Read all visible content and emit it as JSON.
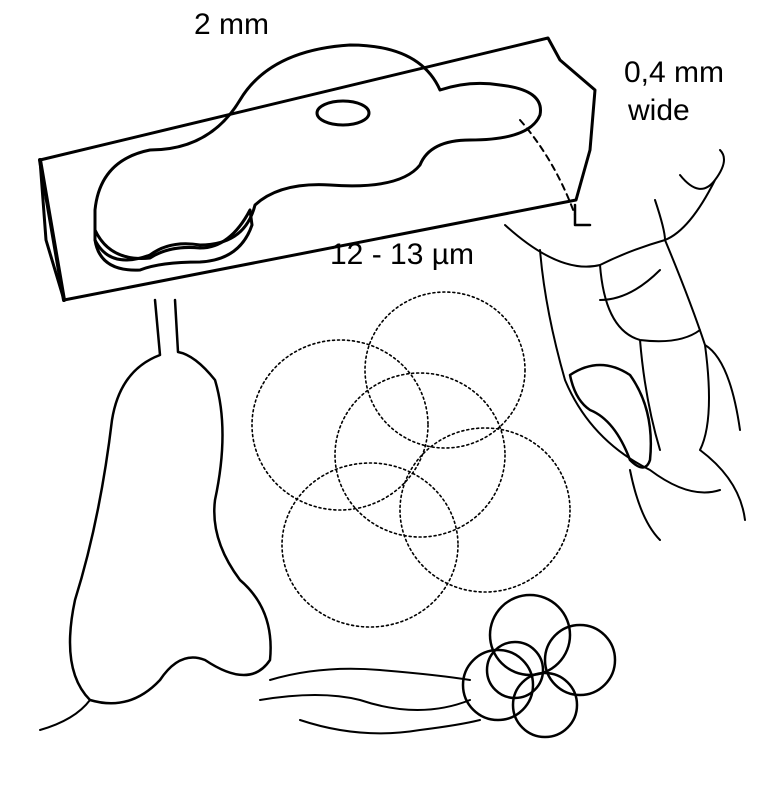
{
  "labels": {
    "fruitbody_length": "2 mm",
    "fruitbody_width_value": "0,4 mm",
    "fruitbody_width_unit": "wide",
    "spore_diameter": "12 - 13 µm"
  },
  "colors": {
    "ink": "#000000",
    "paper": "#ffffff"
  }
}
